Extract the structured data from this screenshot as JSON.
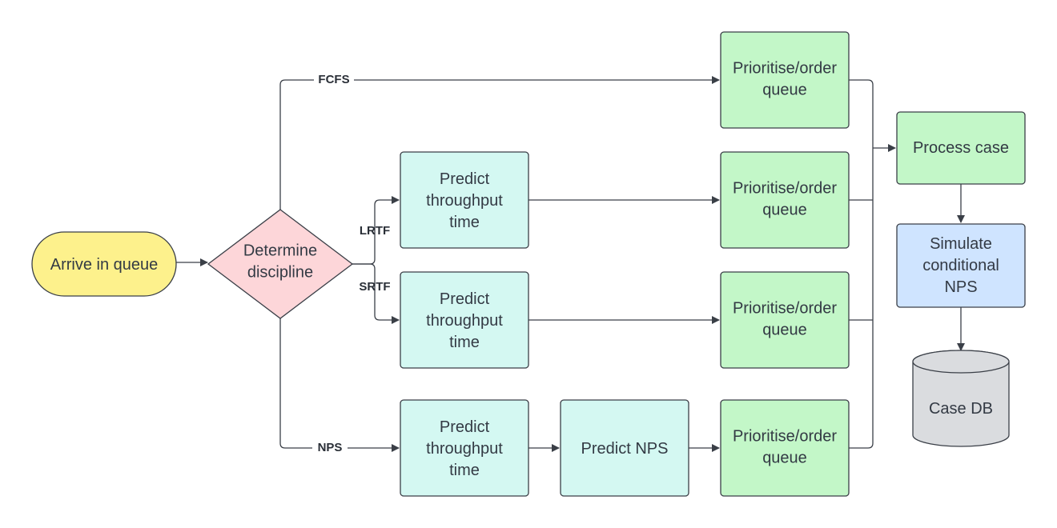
{
  "nodes": {
    "arrive": {
      "lines": [
        "Arrive in queue"
      ],
      "color": "#fdf18c"
    },
    "determine": {
      "lines": [
        "Determine",
        "discipline"
      ],
      "color": "#fdd6d9"
    },
    "predict_lrtf": {
      "lines": [
        "Predict",
        "throughput",
        "time"
      ],
      "color": "#d4f8f2"
    },
    "predict_srtf": {
      "lines": [
        "Predict",
        "throughput",
        "time"
      ],
      "color": "#d4f8f2"
    },
    "predict_nps_tp": {
      "lines": [
        "Predict",
        "throughput",
        "time"
      ],
      "color": "#d4f8f2"
    },
    "predict_nps": {
      "lines": [
        "Predict NPS"
      ],
      "color": "#d4f8f2"
    },
    "order_fcfs": {
      "lines": [
        "Prioritise/order",
        "queue"
      ],
      "color": "#c3f7c8"
    },
    "order_lrtf": {
      "lines": [
        "Prioritise/order",
        "queue"
      ],
      "color": "#c3f7c8"
    },
    "order_srtf": {
      "lines": [
        "Prioritise/order",
        "queue"
      ],
      "color": "#c3f7c8"
    },
    "order_nps": {
      "lines": [
        "Prioritise/order",
        "queue"
      ],
      "color": "#c3f7c8"
    },
    "process": {
      "lines": [
        "Process case"
      ],
      "color": "#c3f7c8"
    },
    "simulate": {
      "lines": [
        "Simulate",
        "conditional",
        "NPS"
      ],
      "color": "#cfe4ff"
    },
    "case_db": {
      "lines": [
        "Case DB"
      ],
      "color": "#dadcdf"
    }
  },
  "edge_labels": {
    "fcfs": "FCFS",
    "lrtf": "LRTF",
    "srtf": "SRTF",
    "nps": "NPS"
  },
  "colors": {
    "stroke": "#3a3f47",
    "text": "#333a44"
  }
}
